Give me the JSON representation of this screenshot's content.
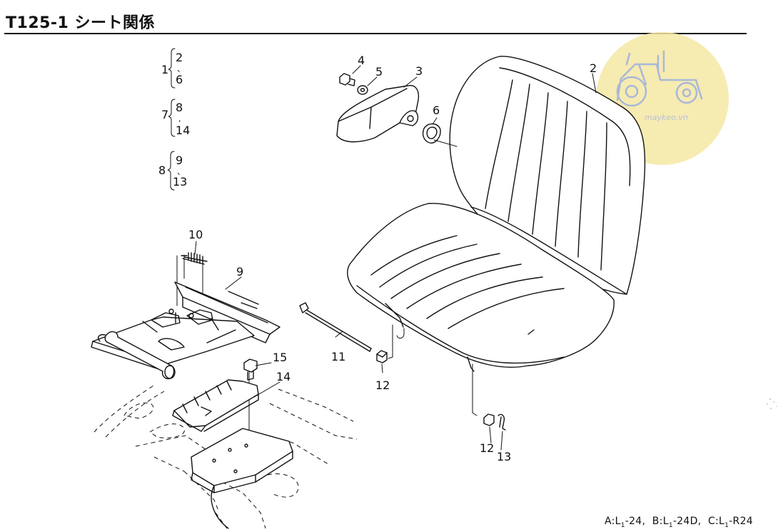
{
  "title": "T125-1 シート関係",
  "footer": {
    "a_prefix": "A:L",
    "a_suffix": "-24,",
    "b_prefix": "B:L",
    "b_suffix": "-24D,",
    "c_prefix": "C:L",
    "c_suffix": "-R24",
    "subscript": "1"
  },
  "watermark": {
    "text": "maykeo.vn",
    "color": "#f3e49a"
  },
  "groups": [
    {
      "id": "1",
      "top": "2",
      "sep": "、",
      "bottom": "6"
    },
    {
      "id": "7",
      "top": "8",
      "sep": ",",
      "bottom": "14"
    },
    {
      "id": "8",
      "top": "9",
      "sep": "、",
      "bottom": "13"
    }
  ],
  "callouts": [
    "2",
    "3",
    "4",
    "5",
    "6",
    "9",
    "10",
    "11",
    "12",
    "12",
    "13",
    "14",
    "15"
  ]
}
